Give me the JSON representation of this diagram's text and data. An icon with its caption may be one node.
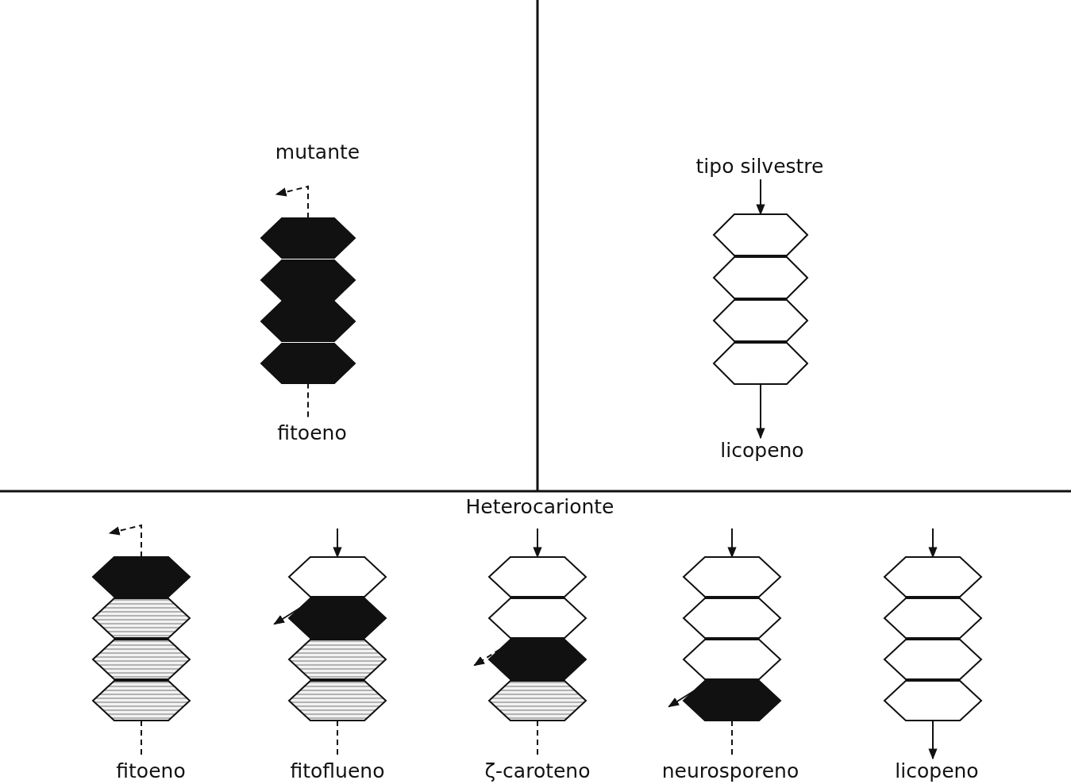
{
  "diagram": {
    "nodes": [
      {
        "text": [],
        "shape": "hexagon"
      },
      {
        "text": [],
        "shape": "hexagon"
      },
      {
        "text": [],
        "shape": "hexagon"
      },
      {
        "text": [],
        "shape": "hexagon"
      },
      {
        "text": [
          "fitoeno"
        ]
      },
      {
        "text": [
          "tipo silvestre"
        ]
      },
      {
        "text": [],
        "shape": "hexagon"
      },
      {
        "text": [],
        "shape": "hexagon"
      },
      {
        "text": [],
        "shape": "hexagon"
      },
      {
        "text": [],
        "shape": "hexagon"
      },
      {
        "text": [
          "licopeno"
        ]
      },
      {
        "text": [],
        "shape": "hexagon"
      },
      {
        "text": [],
        "shape": "hexagon"
      },
      {
        "text": [],
        "shape": "hexagon"
      },
      {
        "text": [],
        "shape": "hexagon"
      },
      {
        "text": [
          "fitoeno"
        ]
      },
      {
        "text": [],
        "shape": "hexagon"
      },
      {
        "text": [],
        "shape": "hexagon"
      },
      {
        "text": [],
        "shape": "hexagon"
      },
      {
        "text": [],
        "shape": "hexagon"
      },
      {
        "text": [
          "fitoflueno"
        ]
      },
      {
        "text": [],
        "shape": "hexagon"
      },
      {
        "text": [],
        "shape": "hexagon"
      },
      {
        "text": [],
        "shape": "hexagon"
      },
      {
        "text": [],
        "shape": "hexagon"
      },
      {
        "text": [
          "ζ-caroteno"
        ]
      },
      {
        "text": [],
        "shape": "hexagon"
      },
      {
        "text": [],
        "shape": "hexagon"
      },
      {
        "text": [],
        "shape": "hexagon"
      },
      {
        "text": [],
        "shape": "hexagon"
      },
      {
        "text": [
          "neurosporeno"
        ]
      },
      {
        "text": [],
        "shape": "hexagon"
      },
      {
        "text": [],
        "shape": "hexagon"
      },
      {
        "text": [],
        "shape": "hexagon"
      },
      {
        "text": [],
        "shape": "hexagon"
      },
      {
        "text": [
          "licopeno"
        ]
      }
    ],
    "edges": [
      {
        "from": 0,
        "to": null,
        "arrow": "to",
        "style": "dashed"
      },
      {
        "from": 3,
        "to": 4,
        "arrow": "none",
        "style": "dashed"
      },
      {
        "from": 5,
        "to": 6,
        "arrow": "to"
      },
      {
        "from": 9,
        "to": 10,
        "arrow": "to"
      },
      {
        "from": 11,
        "to": null,
        "arrow": "to",
        "style": "dashed"
      },
      {
        "from": 14,
        "to": 15,
        "arrow": "none",
        "style": "dashed"
      },
      {
        "from": null,
        "to": 16,
        "arrow": "to"
      },
      {
        "from": 17,
        "to": null,
        "arrow": "to"
      },
      {
        "from": 19,
        "to": 20,
        "arrow": "none",
        "style": "dashed"
      },
      {
        "from": null,
        "to": 21,
        "arrow": "to"
      },
      {
        "from": 23,
        "to": null,
        "arrow": "to",
        "style": "dashed"
      },
      {
        "from": 24,
        "to": 25,
        "arrow": "none",
        "style": "dashed"
      },
      {
        "from": null,
        "to": 26,
        "arrow": "to"
      },
      {
        "from": 29,
        "to": null,
        "arrow": "to"
      },
      {
        "from": 29,
        "to": 30,
        "arrow": "none",
        "style": "dashed"
      },
      {
        "from": null,
        "to": 31,
        "arrow": "to"
      },
      {
        "from": 34,
        "to": 35,
        "arrow": "to"
      }
    ],
    "labels": [
      "mutante",
      "Heterocarionte"
    ]
  }
}
